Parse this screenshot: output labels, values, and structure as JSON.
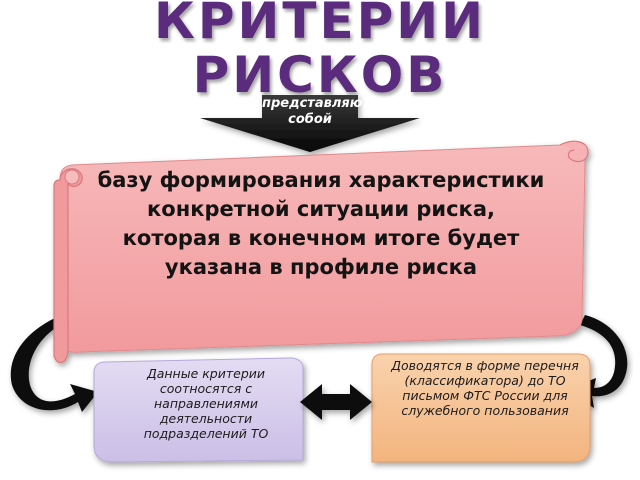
{
  "title": {
    "line1": "КРИТЕРИИ",
    "line2": "РИСКОВ"
  },
  "arrow_label": "представляют собой",
  "scroll_text": "базу формирования характеристики конкретной ситуации риска, которая в конечном итоге будет указана в профиле риска",
  "boxes": {
    "left": "Данные критерии соотносятся с направлениями деятельности подразделений ТО",
    "right": "Доводятся в форме перечня (классификатора) до ТО письмом ФТС России для служебного пользования"
  },
  "colors": {
    "title": "#5b2c7e",
    "scroll": "#f4a7a9",
    "left_box": "#d6cdec",
    "right_box": "#f6c294",
    "arrow": "#111111"
  }
}
